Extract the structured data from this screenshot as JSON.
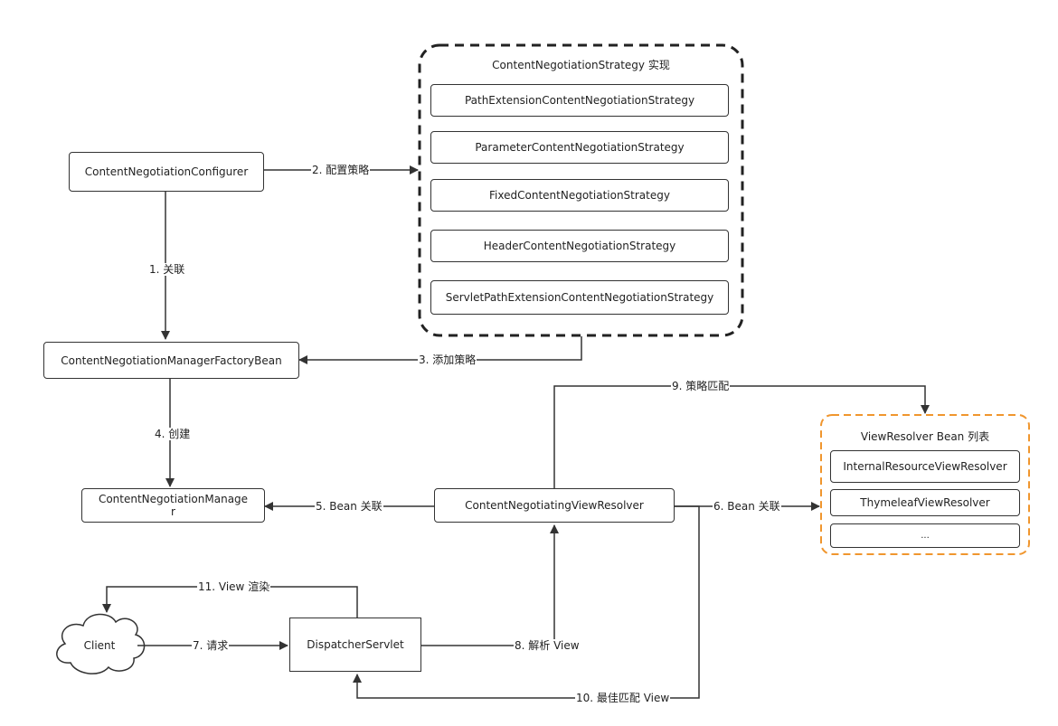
{
  "colors": {
    "stroke": "#333333",
    "orange_group": "#f0962e"
  },
  "strategy_group": {
    "title": "ContentNegotiationStrategy 实现",
    "items": [
      "PathExtensionContentNegotiationStrategy",
      "ParameterContentNegotiationStrategy",
      "FixedContentNegotiationStrategy",
      "HeaderContentNegotiationStrategy",
      "ServletPathExtensionContentNegotiationStrategy"
    ]
  },
  "viewresolver_group": {
    "title": "ViewResolver Bean 列表",
    "items": [
      "InternalResourceViewResolver",
      "ThymeleafViewResolver",
      "..."
    ]
  },
  "nodes": {
    "configurer": "ContentNegotiationConfigurer",
    "factory_bean": "ContentNegotiationManagerFactoryBean",
    "manager": "ContentNegotiationManager",
    "negotiating_resolver": "ContentNegotiatingViewResolver",
    "dispatcher": "DispatcherServlet",
    "client": "Client"
  },
  "edges": {
    "e1": "1. 关联",
    "e2": "2. 配置策略",
    "e3": "3. 添加策略",
    "e4": "4. 创建",
    "e5": "5. Bean 关联",
    "e6": "6. Bean 关联",
    "e7": "7. 请求",
    "e8": "8. 解析 View",
    "e9": "9. 策略匹配",
    "e10": "10. 最佳匹配 View",
    "e11": "11. View 渲染"
  }
}
